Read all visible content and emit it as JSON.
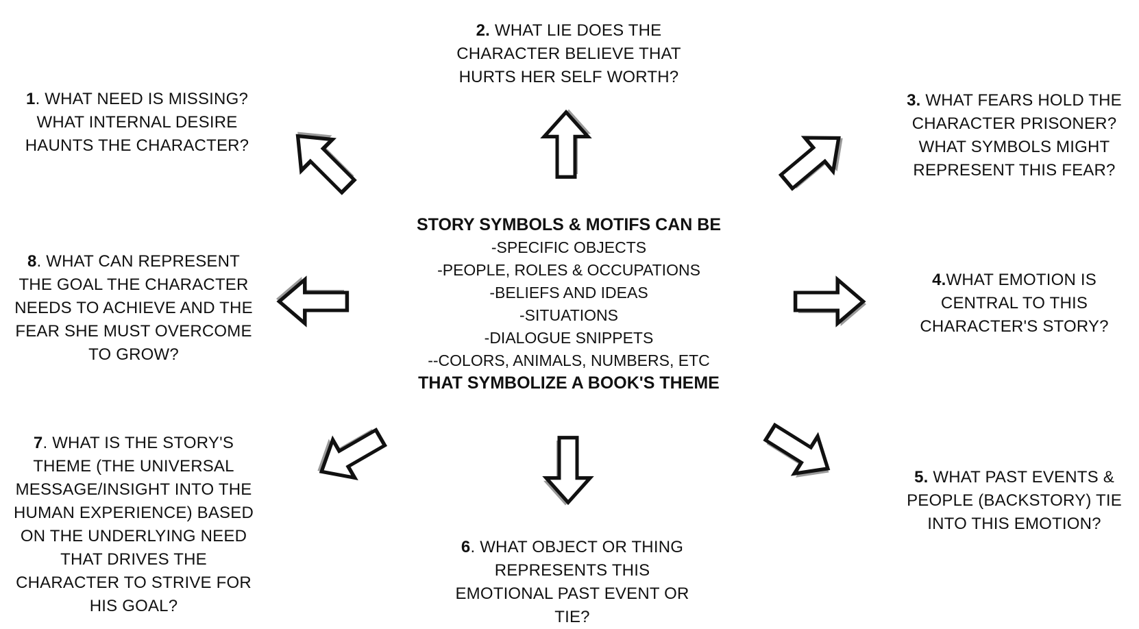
{
  "center": {
    "heading": "STORY SYMBOLS & MOTIFS CAN BE",
    "items": [
      "-SPECIFIC  OBJECTS",
      "-PEOPLE, ROLES & OCCUPATIONS",
      "-BELIEFS AND IDEAS",
      "-SITUATIONS",
      "-DIALOGUE SNIPPETS",
      "--COLORS, ANIMALS, NUMBERS, ETC"
    ],
    "footer": "THAT SYMBOLIZE A BOOK'S THEME"
  },
  "questions": [
    {
      "num": "1",
      "lines": [
        ". WHAT NEED IS MISSING?",
        "WHAT INTERNAL DESIRE",
        "HAUNTS THE CHARACTER?"
      ]
    },
    {
      "num": "2.",
      "lines": [
        " WHAT LIE DOES THE",
        "CHARACTER BELIEVE THAT",
        "HURTS HER SELF WORTH?"
      ]
    },
    {
      "num": "3.",
      "lines": [
        " WHAT FEARS HOLD THE",
        "CHARACTER PRISONER?",
        "WHAT SYMBOLS MIGHT",
        "REPRESENT THIS FEAR?"
      ]
    },
    {
      "num": "4.",
      "lines": [
        "WHAT EMOTION IS",
        "CENTRAL TO THIS",
        "CHARACTER'S STORY?"
      ]
    },
    {
      "num": "5.",
      "lines": [
        " WHAT PAST EVENTS &",
        "PEOPLE (BACKSTORY) TIE",
        "INTO THIS EMOTION?"
      ]
    },
    {
      "num": "6",
      "lines": [
        ". WHAT OBJECT OR THING",
        "REPRESENTS THIS",
        "EMOTIONAL PAST EVENT OR",
        "TIE?"
      ]
    },
    {
      "num": "7",
      "lines": [
        ". WHAT IS THE STORY'S",
        "THEME (THE UNIVERSAL",
        "MESSAGE/INSIGHT INTO THE",
        "HUMAN EXPERIENCE) BASED",
        "ON THE UNDERLYING NEED",
        "THAT DRIVES THE",
        "CHARACTER TO STRIVE FOR",
        "HIS GOAL?"
      ]
    },
    {
      "num": "8",
      "lines": [
        ". WHAT CAN REPRESENT",
        "THE GOAL THE CHARACTER",
        "NEEDS TO ACHIEVE AND THE",
        "FEAR SHE MUST OVERCOME",
        "TO GROW?"
      ]
    }
  ],
  "arrows": [
    {
      "name": "up-left",
      "angle": 225
    },
    {
      "name": "up",
      "angle": 270
    },
    {
      "name": "up-right",
      "angle": 320
    },
    {
      "name": "right",
      "angle": 0
    },
    {
      "name": "down-right",
      "angle": 30
    },
    {
      "name": "down",
      "angle": 90
    },
    {
      "name": "down-left",
      "angle": 155
    },
    {
      "name": "left",
      "angle": 180
    }
  ]
}
